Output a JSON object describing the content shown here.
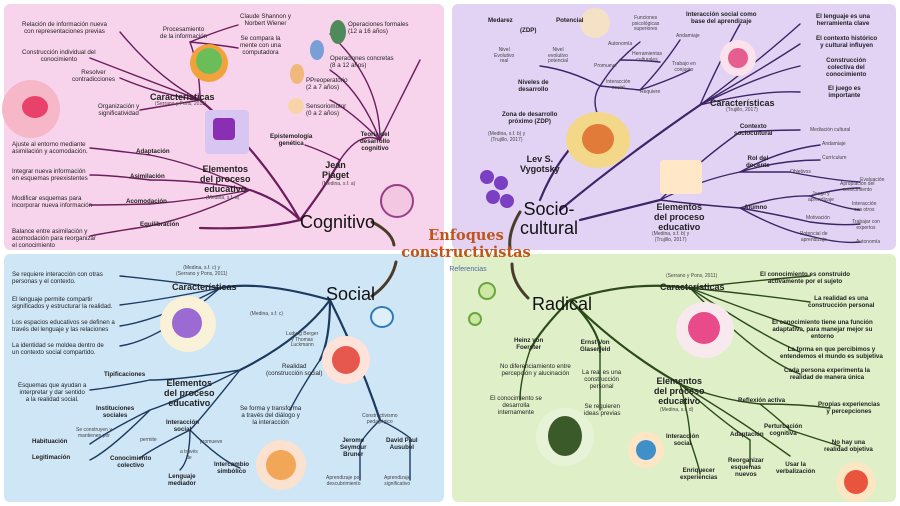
{
  "title": {
    "line1": "Enfoques",
    "line2": "constructivistas",
    "ref": "Referencias"
  },
  "cognitivo": {
    "name": "Cognitivo",
    "caracteristicas": "Características",
    "caracteristicas_ref": "(Serrano y Pons, 2011)",
    "relacion": "Relación de información nueva\ncon representaciones previas",
    "construccion": "Construcción individual del\nconocimiento",
    "resolver": "Resolver\ncontradicciones",
    "organizacion": "Organización y\nsignificatividad",
    "procesamiento": "Procesamiento\nde la información",
    "shannon": "Claude Shannon y\nNorbert Wiener",
    "mente": "Se compara la\nmente con una\ncomputadora",
    "op_formales": "Operaciones formales\n(12 a 16 años)",
    "op_concretas": "Operaciones concretas\n(8 a 12 años)",
    "preoperatorio": "PPreoperatorio\n(2 a 7 años)",
    "sensoriomotor": "Sensoriomotor\n(0 a 2 años)",
    "epistemologia": "Epistemología\ngenética",
    "teoria": "Teoría del\ndesarrollo\ncognitivo",
    "piaget": "Jean\nPiaget",
    "piaget_ref": "(Medina, s.f. a)",
    "elementos": "Elementos\ndel proceso\neducativo",
    "elementos_ref": "(Medina, s.f. a)",
    "adaptacion": "Adaptación",
    "asimilacion": "Asimilación",
    "acomodacion": "Acomodación",
    "equilibracion": "Equilibración",
    "ajuste": "Ajuste al entorno mediante\nasimilación y acomodación.",
    "integrar": "Integrar nueva información\nen esquemas preexistentes",
    "modificar": "Modificar esquemas para\nincorporar nueva información",
    "balance": "Balance entre asimilación y\nacomodación para reorganizar\nel conocimiento"
  },
  "sociocultural": {
    "name": "Socio-\ncultural",
    "vygotsky": "Lev S.\nVygotsky",
    "vygotsky_ref": "(Medina, s.f. b) y\n(Trujillo, 2017)",
    "zdp": "Zona de desarrollo\npróximo (ZDP)",
    "zdp_ref": "(Medina, s.f. b) y\n(Trujillo, 2017)",
    "niveles": "Niveles de\ndesarrollo",
    "medarez": "Medarez",
    "potencial": "Potencial",
    "zdp_short": "(ZDP)",
    "nivel_real": "Nivel\nEvolutivo\nreal",
    "nivel_pot": "Nivel\nevolutivo\npotencial",
    "funciones": "Funciones\npsicológicas\nsuperiores",
    "autonomia": "Autonomía",
    "promueve": "Promueve",
    "herramientas": "Herramientas\nculturales",
    "interaccion": "Interacción\nsocial",
    "requiere": "Requiere",
    "trabajo": "Trabajo en\nconjunto",
    "andamiaje": "Andamiaje",
    "inter_social": "Interacción social como\nbase del aprendizaje",
    "caracteristicas": "Características",
    "caracteristicas_ref": "(Trujillo, 2017)",
    "lenguaje": "El lenguaje es una\nherramienta clave",
    "contexto_hist": "El contexto histórico\ny cultural influyen",
    "construccion": "Construcción\ncolectiva del\nconocimiento",
    "juego": "El juego es\nimportante",
    "elementos": "Elementos\ndel proceso\neducativo",
    "elementos_ref": "(Medina, s.f. b) y\n(Trujillo, 2017)",
    "contexto": "Contexto\nsociocultural",
    "mediacion": "Mediación cultural",
    "rol": "Rol del\ndocente",
    "andamiaje2": "Andamiaje",
    "curriculum": "Currículum",
    "objetivos": "Objetivos",
    "evaluacion": "Evaluación",
    "alumno": "Alumno",
    "juego_apr": "Juego y\naprendizaje",
    "apropiacion": "Apropiación del\nconocimiento",
    "interaccion_otros": "Interacción\ncon otros",
    "motivacion": "Motivación",
    "trabajo_exp": "Trabajar con\nexpertos",
    "potencial_apr": "Potencial de\naprendizaje",
    "autonomia2": "Autonomía"
  },
  "social": {
    "name": "Social",
    "caracteristicas": "Características",
    "caracteristicas_ref": "(Medina, s.f. c) y\n(Serrano y Pons, 2011)",
    "interaccion_otras": "Se requiere interacción con otras\npersonas y el contexto.",
    "lenguaje": "El lenguaje permite compartir\nsignificados y estructurar la realidad.",
    "espacios": "Los espacios educativos se definen a\ntravés del lenguaje y las relaciones",
    "identidad": "La identidad se moldea dentro de\nun contexto social compartido.",
    "elementos": "Elementos\ndel proceso\neducativo",
    "elementos_ref": "(Medina, s.f. c)",
    "tipificaciones": "Tipificaciones",
    "esquemas": "Esquemas que ayudan a\ninterpretar y dar sentido\na la realidad social.",
    "instituciones": "Instituciones\nsociales",
    "construyen": "Se construyen y\nmantienen por",
    "habituacion": "Habituación",
    "legitimacion": "Legitimación",
    "interaccion": "Interacción\nsocial",
    "permite": "permite",
    "promueve": "promueve",
    "a_traves": "a través\nde",
    "conocimiento": "Conocimiento\ncolectivo",
    "lenguaje_med": "Lenguaje\nmediador",
    "intercambio": "Intercambio\nsimbólico",
    "berger": "Ludwig Berger\ny Thomas\nLuckmann",
    "realidad": "Realidad\n(construcción social)",
    "forma": "Se forma y transforma\na través del diálogo y\nla interacción",
    "bruner": "Jerome\nSeymour\nBruner",
    "ausubel": "David Paul\nAusubel",
    "const_ped": "Constructivismo\npedagógico",
    "aprend_desc": "Aprendizaje por\ndescubrimiento",
    "aprend_sig": "Aprendizaje\nsignificativo"
  },
  "radical": {
    "name": "Radical",
    "caracteristicas": "Características",
    "caracteristicas_ref": "(Serrano y Pons, 2011)",
    "c1": "El conocimiento es construido\nactivamente por el sujeto",
    "c2": "La realidad es una\nconstrucción personal",
    "c3": "El conocimiento tiene una función\nadaptativa, para manejar mejor su\nentorno",
    "c4": "La forma en que percibimos y\nentendemos el mundo es subjetiva",
    "c5": "Cada persona experimenta la\nrealidad de manera única",
    "foerster": "Heinz von\nFoerster",
    "glaserfeld": "Ernst Von\nGlaserfeld",
    "no_dif": "No diferenciamiento entre\npercepción y alucinación",
    "realidad": "La real es una\nconstrucción\npersonal",
    "desarrolla": "El conocimiento se\ndesarrolla\ninternamente",
    "ideas": "Se requieren\nideas previas",
    "elementos": "Elementos\ndel proceso\neducativo",
    "elementos_ref": "(Medina, s.f. d)",
    "reflexion": "Reflexión activa",
    "propias": "Propias experiencias\ny percepciones",
    "perturbacion": "Perturbación\ncognitiva",
    "verdad": "No hay una\nrealidad objetiva",
    "interaccion": "Interacción\nsocial",
    "adaptacion": "Adaptación",
    "enriquecer": "Enriquecer\nexperiencias",
    "reorganizar": "Reorganizar\nesquemas\nnuevos",
    "usar": "Usar la\nverbalización"
  }
}
